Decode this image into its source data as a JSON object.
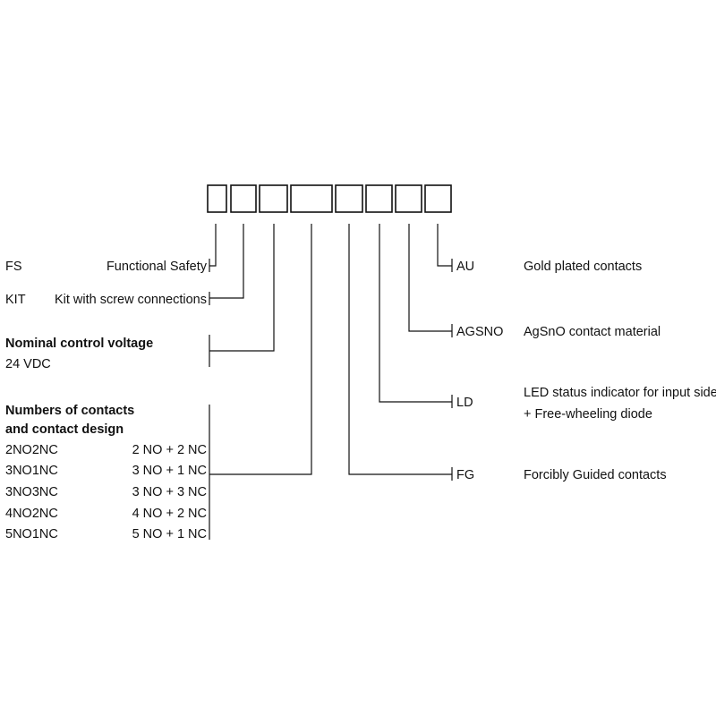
{
  "left": {
    "fs": {
      "code": "FS",
      "desc": "Functional Safety"
    },
    "kit": {
      "code": "KIT",
      "desc": "Kit with screw connections"
    },
    "voltage": {
      "heading": "Nominal control voltage",
      "value": "24 VDC"
    },
    "contacts": {
      "heading_line1": "Numbers of contacts",
      "heading_line2": "and contact design",
      "rows": [
        {
          "code": "2NO2NC",
          "desc": "2 NO + 2 NC"
        },
        {
          "code": "3NO1NC",
          "desc": "3 NO + 1 NC"
        },
        {
          "code": "3NO3NC",
          "desc": "3 NO + 3 NC"
        },
        {
          "code": "4NO2NC",
          "desc": "4 NO + 2 NC"
        },
        {
          "code": "5NO1NC",
          "desc": "5 NO + 1 NC"
        }
      ]
    }
  },
  "right": {
    "au": {
      "code": "AU",
      "desc": "Gold plated contacts"
    },
    "agsno": {
      "code": "AGSNO",
      "desc": "AgSnO contact material"
    },
    "ld": {
      "code": "LD",
      "desc_line1": "LED status indicator for input side",
      "desc_line2": "+ Free-wheeling diode"
    },
    "fg": {
      "code": "FG",
      "desc": "Forcibly Guided contacts"
    }
  }
}
